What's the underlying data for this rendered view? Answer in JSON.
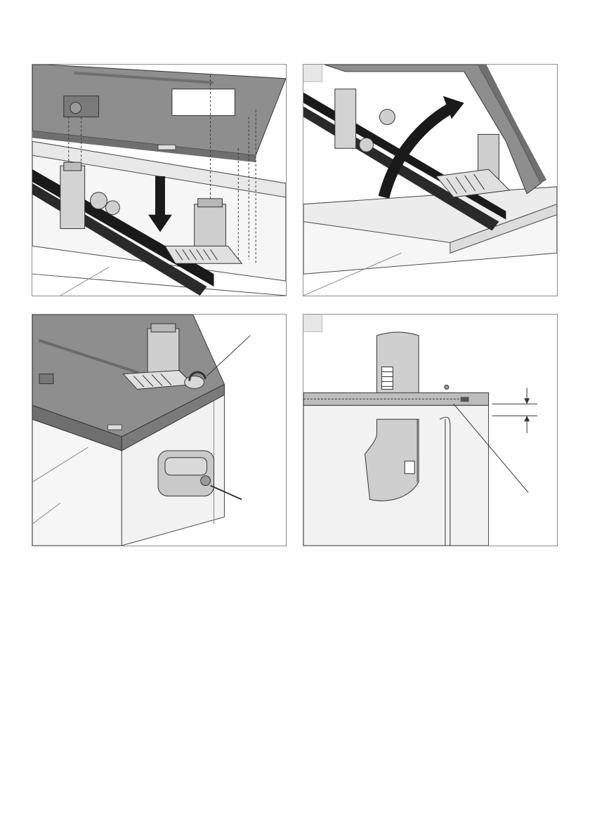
{
  "panels": [
    {
      "id": "step-1",
      "number": ""
    },
    {
      "id": "step-2",
      "number": ""
    },
    {
      "id": "step-3",
      "number": ""
    },
    {
      "id": "step-4",
      "number": ""
    }
  ],
  "colors": {
    "cover": "#8e8e8e",
    "cover_dark": "#6f6f6f",
    "rail": "#1a1a1a",
    "glass": "#f6f6f6",
    "line": "#4a4a4a",
    "filter": "#cfcfcf"
  }
}
